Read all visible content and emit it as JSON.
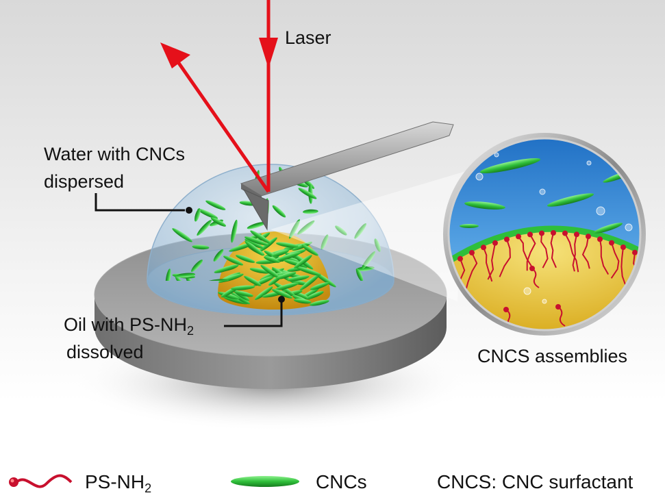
{
  "labels": {
    "laser": "Laser",
    "water_line1": "Water with CNCs",
    "water_line2": "dispersed",
    "oil_line1_main": "Oil with PS-NH",
    "oil_line1_sub": "2",
    "oil_line2": "dissolved",
    "inset_caption": "CNCS assemblies"
  },
  "legend": {
    "psnh2_main": "PS-NH",
    "psnh2_sub": "2",
    "cncs": "CNCs",
    "definition": "CNCS: CNC surfactant"
  },
  "colors": {
    "laser": "#e5101a",
    "cnc_green": "#2fbf3a",
    "oil_yellow": "#e6b91e",
    "water_blue": "#4a90d6",
    "polymer_red": "#c8102e",
    "stage_gray": "#8a8a8a"
  }
}
